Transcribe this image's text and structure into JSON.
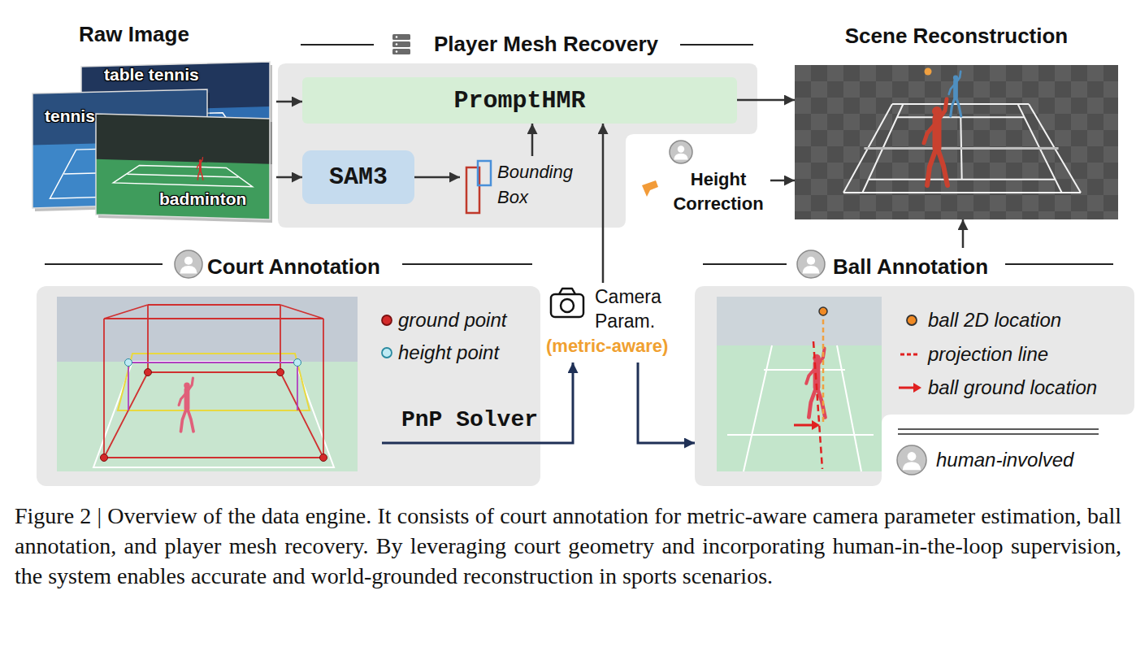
{
  "diagram": {
    "caption": "Figure 2 | Overview of the data engine. It consists of court annotation for metric-aware camera parameter estimation, ball annotation, and player mesh recovery. By leveraging court geometry and incorporating human-in-the-loop supervision, the system enables accurate and world-grounded reconstruction in sports scenarios.",
    "nodes": [
      {
        "text": [
          "Raw Image"
        ]
      },
      {
        "text": [
          "Player Mesh Recovery"
        ]
      },
      {
        "text": [
          "PromptHMR"
        ],
        "in": 1
      },
      {
        "text": [
          "SAM3"
        ],
        "in": 1
      },
      {
        "text": [
          "Bounding Box"
        ],
        "in": 1
      },
      {
        "text": [
          "Scene Reconstruction"
        ]
      },
      {
        "text": [
          "Height Correction"
        ]
      },
      {
        "text": [
          "Court Annotation"
        ]
      },
      {
        "text": [
          "Camera Param.",
          "(metric-aware)"
        ]
      },
      {
        "text": [
          "Ball Annotation"
        ]
      }
    ],
    "edges": [
      {
        "from": 0,
        "to": 2,
        "arrow": "to"
      },
      {
        "from": 0,
        "to": 3,
        "arrow": "to"
      },
      {
        "from": 3,
        "to": 4,
        "arrow": "to"
      },
      {
        "from": 4,
        "to": 2,
        "arrow": "to"
      },
      {
        "from": 8,
        "to": 2,
        "arrow": "to"
      },
      {
        "from": 2,
        "to": 5,
        "arrow": "to"
      },
      {
        "from": 6,
        "to": 5,
        "arrow": "to"
      },
      {
        "from": 7,
        "to": 8,
        "label": "PnP Solver",
        "arrow": "to"
      },
      {
        "from": 8,
        "to": 9,
        "arrow": "to"
      },
      {
        "from": 9,
        "to": 5,
        "arrow": "to"
      }
    ],
    "labels": [
      "table tennis",
      "tennis",
      "badminton"
    ],
    "legend": [
      {
        "text": "ground point",
        "color": "#d42a2a"
      },
      {
        "text": "height point",
        "color": "#bfeaf4"
      },
      {
        "text": "ball 2D location",
        "color": "#f08a24"
      },
      {
        "text": "projection line"
      },
      {
        "text": "ball ground location"
      },
      {
        "text": "human-involved"
      }
    ]
  }
}
